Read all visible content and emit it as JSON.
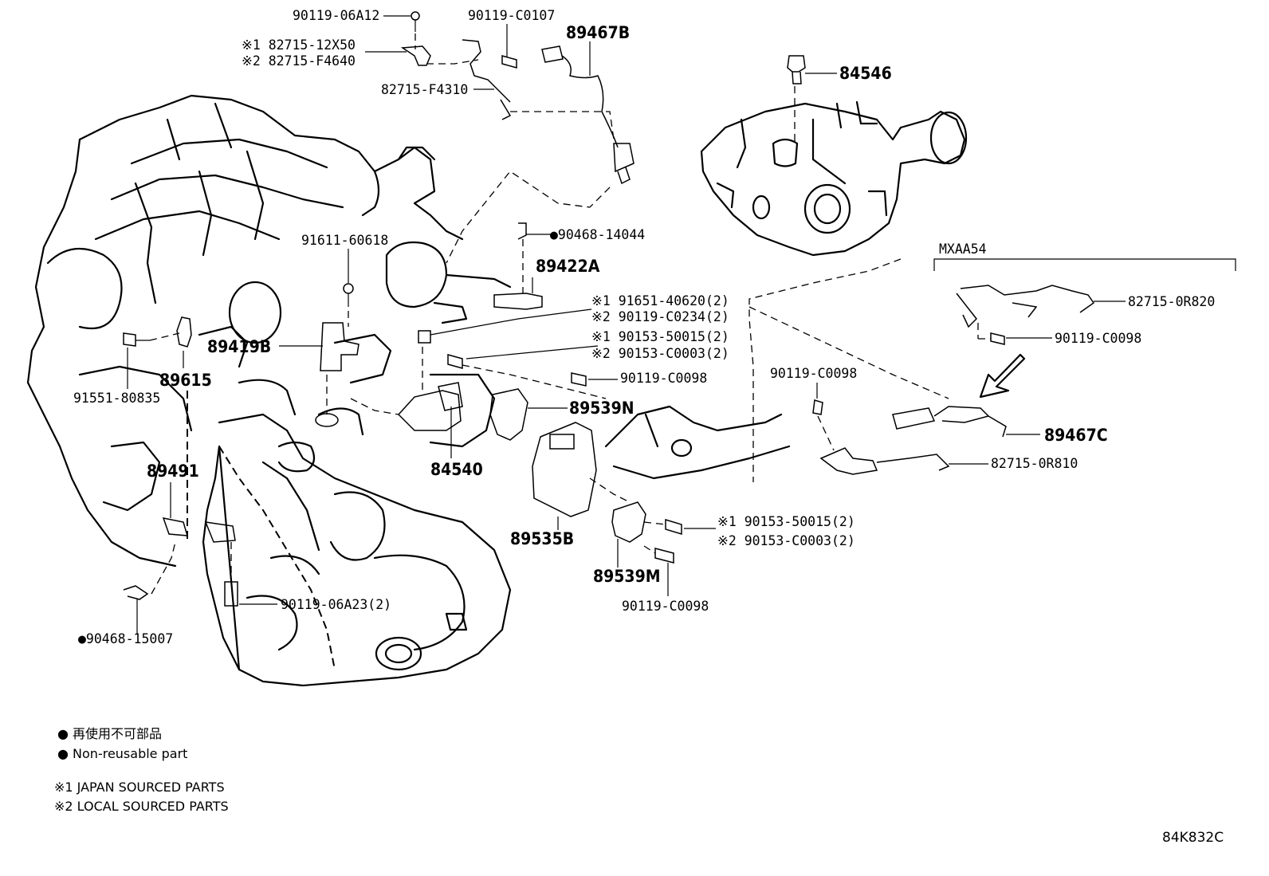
{
  "diagram": {
    "reference_code": "84K832C",
    "variant_bracket_label": "MXAA54",
    "parts": {
      "p_90119_06A12": "90119-06A12",
      "p_90119_C0107": "90119-C0107",
      "p_89467B": "89467B",
      "p_82715_12X50": "※1 82715-12X50",
      "p_82715_F4640": "※2 82715-F4640",
      "p_82715_F4310": "82715-F4310",
      "p_84546": "84546",
      "p_90468_14044": "●90468-14044",
      "p_91611_60618": "91611-60618",
      "p_89422A": "89422A",
      "p_91651_40620": "※1 91651-40620(2)",
      "p_90119_C0234": "※2 90119-C0234(2)",
      "p_90153_50015_a": "※1 90153-50015(2)",
      "p_90153_C0003_a": "※2 90153-C0003(2)",
      "p_89419B": "89419B",
      "p_89615": "89615",
      "p_91551_80835": "91551-80835",
      "p_90119_C0098_a": "90119-C0098",
      "p_89539N": "89539N",
      "p_90119_C0098_b": "90119-C0098",
      "p_84540": "84540",
      "p_89491": "89491",
      "p_89535B": "89535B",
      "p_90153_50015_b": "※1 90153-50015(2)",
      "p_90153_C0003_b": "※2 90153-C0003(2)",
      "p_89539M": "89539M",
      "p_90119_C0098_c": "90119-C0098",
      "p_90119_06A23": "90119-06A23(2)",
      "p_90468_15007": "●90468-15007",
      "p_82715_0R820": "82715-0R820",
      "p_90119_C0098_d": "90119-C0098",
      "p_89467C": "89467C",
      "p_82715_0R810": "82715-0R810"
    },
    "legend": {
      "non_reusable_jp": "● 再使用不可部品",
      "non_reusable_en": "● Non-reusable part",
      "japan_sourced": "※1 JAPAN SOURCED PARTS",
      "local_sourced": "※2 LOCAL SOURCED PARTS"
    }
  }
}
